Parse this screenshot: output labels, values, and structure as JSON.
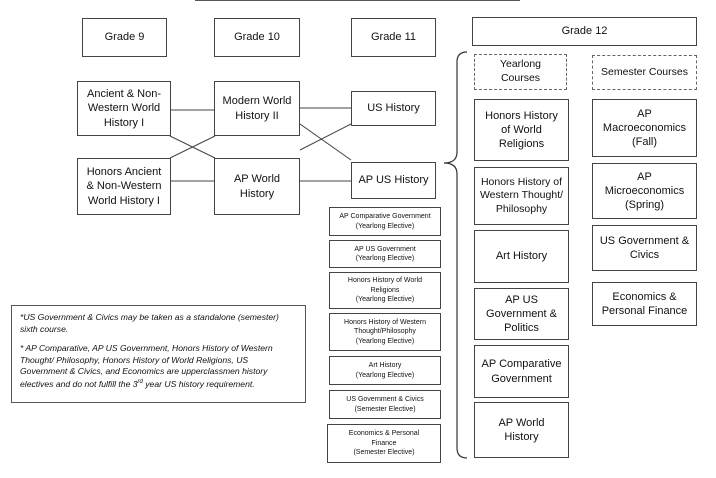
{
  "grades": {
    "g9": "Grade 9",
    "g10": "Grade 10",
    "g11": "Grade 11",
    "g12": "Grade 12"
  },
  "grade9": {
    "ancient": "Ancient & Non-Western World History I",
    "honors_ancient": "Honors Ancient & Non-Western World History I"
  },
  "grade10": {
    "modern": "Modern World History II",
    "ap_world": "AP World History"
  },
  "grade11": {
    "us_history": "US History",
    "ap_us_history": "AP US History"
  },
  "electives": [
    {
      "name": "AP Comparative Government",
      "type": "(Yearlong Elective)"
    },
    {
      "name": "AP US Government",
      "type": "(Yearlong Elective)"
    },
    {
      "name": "Honors History of World Religions",
      "type": "(Yearlong Elective)"
    },
    {
      "name": "Honors History of Western Thought/Philosophy",
      "type": "(Yearlong Elective)"
    },
    {
      "name": "Art History",
      "type": "(Yearlong Elective)"
    },
    {
      "name": "US Government & Civics",
      "type": "(Semester Elective)"
    },
    {
      "name": "Economics & Personal Finance",
      "type": "(Semester Elective)"
    }
  ],
  "grade12": {
    "yearlong_header": "Yearlong Courses",
    "semester_header": "Semester Courses",
    "yearlong": [
      "Honors History of World Religions",
      "Honors History of Western Thought/ Philosophy",
      "Art History",
      "AP US Government & Politics",
      "AP Comparative Government",
      "AP World History"
    ],
    "semester": [
      "AP Macroeconomics (Fall)",
      "AP Microeconomics (Spring)",
      "US Government & Civics",
      "Economics & Personal Finance"
    ]
  },
  "notes": {
    "note1": "*US Government & Civics may be taken as a standalone (semester) sixth course.",
    "note2_part1": "* AP Comparative, AP US Government, Honors History of Western Thought/ Philosophy, Honors History of World Religions, US Government & Civics, and Economics are upperclassmen history electives and do not fulfill the 3",
    "note2_sup": "rd",
    "note2_part2": " year US history requirement."
  }
}
